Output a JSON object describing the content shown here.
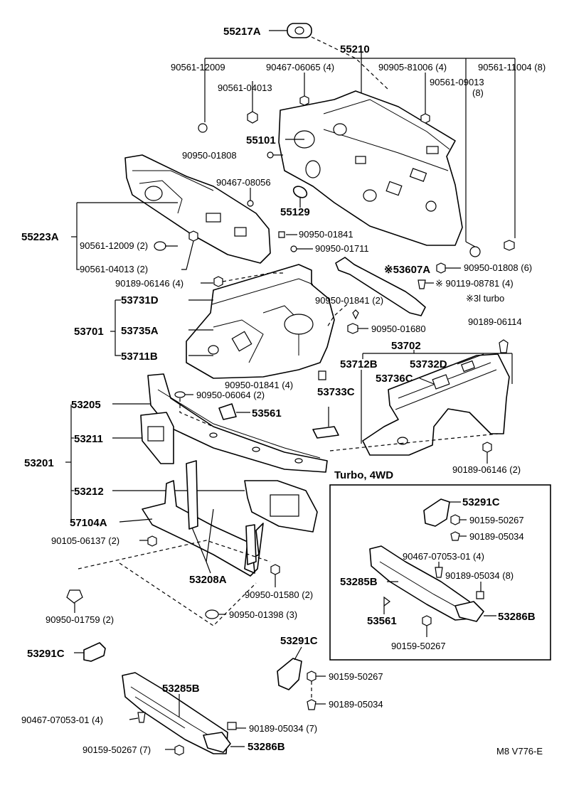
{
  "title_code": "55210",
  "diagram_code": "M8 V776-E",
  "inset_title": "Turbo, 4WD",
  "note": "※3l turbo",
  "labels": {
    "p55217A": "55217A",
    "p90561_12009": "90561-12009",
    "p90467_06065": "90467-06065 (4)",
    "p90905_81006": "90905-81006 (4)",
    "p90561_11004": "90561-11004 (8)",
    "p90561_04013": "90561-04013",
    "p90561_09013": "90561-09013",
    "p90561_09013_qty": "(8)",
    "p55101": "55101",
    "p90950_01808a": "90950-01808",
    "p90467_08056": "90467-08056",
    "p55129": "55129",
    "p55223A": "55223A",
    "p90561_12009_2": "90561-12009 (2)",
    "p90561_04013_2": "90561-04013 (2)",
    "p90950_01841": "90950-01841",
    "p90950_01711": "90950-01711",
    "p53607A": "※53607A",
    "p90950_01808_6": "90950-01808 (6)",
    "p90189_06146_4": "90189-06146 (4)",
    "p90119_08781": "※ 90119-08781 (4)",
    "p53731D": "53731D",
    "p90950_01841_2": "90950-01841 (2)",
    "p53701": "53701",
    "p53735A": "53735A",
    "p90950_01680": "90950-01680",
    "p90189_06114": "90189-06114",
    "p53711B": "53711B",
    "p53702": "53702",
    "p53712B": "53712B",
    "p53732D": "53732D",
    "p53736C": "53736C",
    "p90950_01841_4": "90950-01841 (4)",
    "p53733C": "53733C",
    "p90950_06064": "90950-06064 (2)",
    "p53205": "53205",
    "p53561a": "53561",
    "p53211": "53211",
    "p53201": "53201",
    "p90189_06146_2": "90189-06146 (2)",
    "p53212": "53212",
    "p57104A": "57104A",
    "p90105_06137": "90105-06137 (2)",
    "p53208A": "53208A",
    "p90950_01580": "90950-01580 (2)",
    "p90950_01759": "90950-01759 (2)",
    "p90950_01398": "90950-01398 (3)",
    "p53291C_a": "53291C",
    "p53291C_b": "53291C",
    "p90159_50267_b": "90159-50267",
    "p90189_05034_b": "90189-05034",
    "p53285B_b": "53285B",
    "p90467_07053_b": "90467-07053-01 (4)",
    "p90189_05034_7": "90189-05034 (7)",
    "p90159_50267_7": "90159-50267 (7)",
    "p53286B_b": "53286B",
    "i53291C": "53291C",
    "i90159_50267": "90159-50267",
    "i90189_05034": "90189-05034",
    "i90467_07053": "90467-07053-01 (4)",
    "i53285B": "53285B",
    "i90189_05034_8": "90189-05034 (8)",
    "i53561": "53561",
    "i53286B": "53286B",
    "i90159_50267_b": "90159-50267"
  }
}
